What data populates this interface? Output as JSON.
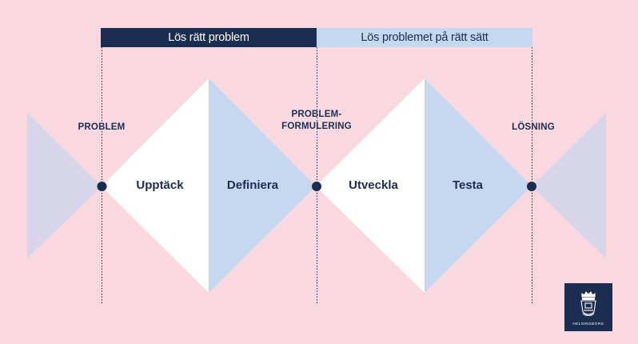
{
  "bands": {
    "left": "Lös rätt problem",
    "right": "Lös problemet på rätt sätt"
  },
  "stages": {
    "problem": "PROBLEM",
    "problemformulering_line1": "PROBLEM-",
    "problemformulering_line2": "FORMULERING",
    "losning": "LÖSNING"
  },
  "phases": {
    "upptack": "Upptäck",
    "definiera": "Definiera",
    "utveckla": "Utveckla",
    "testa": "Testa"
  },
  "logo": {
    "text": "HELSINGBORG",
    "icon": "city-crown-emblem-icon"
  },
  "colors": {
    "background": "#f9d9df",
    "navy": "#1c2d52",
    "light_blue": "#c6d8f0",
    "white": "#ffffff"
  }
}
